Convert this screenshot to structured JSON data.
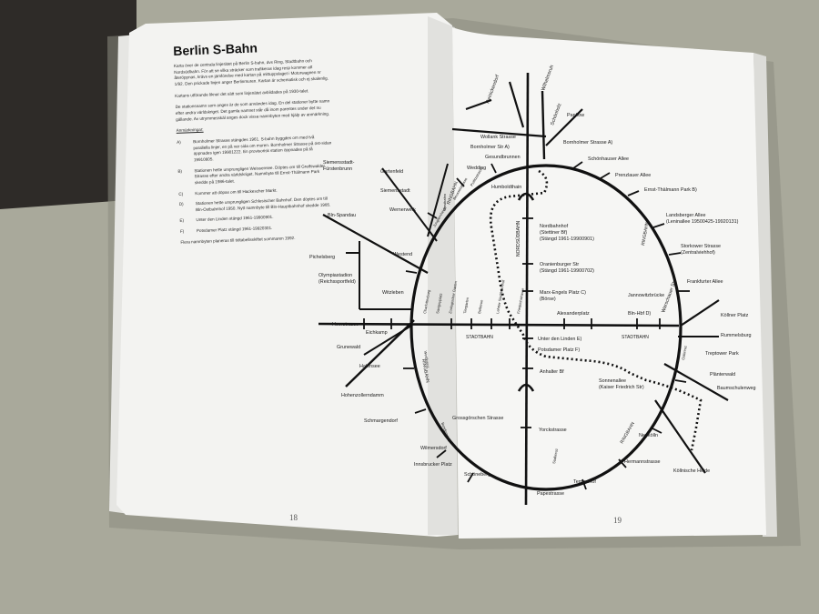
{
  "left_page": {
    "title": "Berlin S-Bahn",
    "intro": "Karta över de centrala linjerätet på Berlin S-bahn, dvs Ring, Stadtbahn och Nordsüdbahn. För att se vilka sträcker som trafikeras idag resp kommer att återöppnas, krävs en jämförelse med kartan på mittuppslaget i Motorwagnen nr 1/92. Den prickade linjen anger Berlinmuren. Kartan är schematisk och ej skalenlig.",
    "p2": "Kartans utförande liknar det sätt som linjenätet avbildades på 1930-talet.",
    "p3": "De stationsnamn som anges är de som användes idag. En del stationer bytte namn efter andra världskriget. Det gamla namnet står då inom parentes under det nu gällande. Av utrymmesskäl anges dock vissa namnbyten med hjälp av anmärkning.",
    "notes_heading": "Anmärkningar:",
    "notes": [
      {
        "key": "A)",
        "text": "Bornholmer Strasse stängdes 1961. S-bahn byggdes om med två parallella linjer, en på var sida om muren. Bornholmer Strasse på öst-sidan öppnades igen 19901222. En provisorisk station öppnades på tå 19910805."
      },
      {
        "key": "B)",
        "text": "Stationen hette ursprungligen Weissensee. Döptes om till Greifswalder Strasse efter andra världskriget. Namnbyte till Ernst-Thälmann Park skedde på 1986-talet."
      },
      {
        "key": "C)",
        "text": "Kommer att döpas om till Hackescher Markt."
      },
      {
        "key": "D)",
        "text": "Stationen hette ursprungligen Schlesischer Bahnhof. Den döptes om till Bln-Ostbahnhof 1950. Nytt namnbyte till Bln-Hauptbahnhof skedde 1985."
      },
      {
        "key": "E)",
        "text": "Unter den Linden stängd 1961-19900901."
      },
      {
        "key": "F)",
        "text": "Potsdamer Platz stängd 1961-19920301."
      }
    ],
    "footer": "Flera namnbyten planeras till tidtabellsskiftet sommaren 1992.",
    "page_number": "18"
  },
  "right_page": {
    "page_number": "19",
    "map": {
      "stations": [
        {
          "id": "wilhelmsruh",
          "text": "Wilhelmsruh"
        },
        {
          "id": "reinickendorf",
          "text": "Reinickendorf"
        },
        {
          "id": "schoenholz",
          "text": "Schönholz"
        },
        {
          "id": "wollank",
          "text": "Wollank Strasse"
        },
        {
          "id": "pankow",
          "text": "Pankow"
        },
        {
          "id": "bornholmer",
          "text": "Bornholmer Str  A)"
        },
        {
          "id": "bornholmer_e",
          "text": "Bornholmer Strasse  A)"
        },
        {
          "id": "gesundbrunnen",
          "text": "Gesundbrunnen"
        },
        {
          "id": "wedding",
          "text": "Wedding"
        },
        {
          "id": "schoenhauser",
          "text": "Schönhauser Allee"
        },
        {
          "id": "prenzlauer",
          "text": "Prenzlauer Allee"
        },
        {
          "id": "humboldthain",
          "text": "Humboldthain"
        },
        {
          "id": "thaelmann",
          "text": "Ernst-Thälmann Park  B)"
        },
        {
          "id": "siemensstadt_f",
          "text": "Siemensstadt-\nFürstenbrunn"
        },
        {
          "id": "gartenfeld",
          "text": "Gartenfeld"
        },
        {
          "id": "siemensstadt",
          "text": "Siemensstadt"
        },
        {
          "id": "wernerwerk",
          "text": "Wernerwerk"
        },
        {
          "id": "spandau",
          "text": "Bln-Spandau"
        },
        {
          "id": "landsberger",
          "text": "Landsberger Allee\n(Leninallee 19500425-19920131)"
        },
        {
          "id": "nordbahnhof",
          "text": "Nordbahnhof\n(Stettiner Bf)\n(Stängd 1961-19900901)"
        },
        {
          "id": "westend",
          "text": "Westend"
        },
        {
          "id": "pichelsberg",
          "text": "Pichelsberg"
        },
        {
          "id": "storkower",
          "text": "Storkower Strasse\n(Zentralviehhof)"
        },
        {
          "id": "oranienburger",
          "text": "Oranienburger Str\n(Stängd 1961-19900702)"
        },
        {
          "id": "olympia",
          "text": "Olympiastadion\n(Reichssportfeld)"
        },
        {
          "id": "frankfurter",
          "text": "Frankfurter Allee"
        },
        {
          "id": "witzleben",
          "text": "Witzleben"
        },
        {
          "id": "marxengels",
          "text": "Marx-Engels Platz  C)\n(Börse)"
        },
        {
          "id": "jannowitz",
          "text": "Jannowitzbrücke"
        },
        {
          "id": "alexanderplatz",
          "text": "Alexanderplatz"
        },
        {
          "id": "ostbahnhof",
          "text": "Bln-Hbf  D)"
        },
        {
          "id": "warschauer",
          "text": "Warschauer Str"
        },
        {
          "id": "heerstrasse",
          "text": "Heerstrasse"
        },
        {
          "id": "eichkamp",
          "text": "Eichkamp"
        },
        {
          "id": "koellnerplatz",
          "text": "Köllner Platz"
        },
        {
          "id": "rummelsburg",
          "text": "Rummelsburg"
        },
        {
          "id": "unter_linden",
          "text": "Unter den Linden  E)"
        },
        {
          "id": "potsdamer",
          "text": "Potsdamer Platz  F)"
        },
        {
          "id": "grunewald",
          "text": "Grunewald"
        },
        {
          "id": "treptower",
          "text": "Treptower Park"
        },
        {
          "id": "anhalter",
          "text": "Anhalter Bf"
        },
        {
          "id": "halensee",
          "text": "Halensee"
        },
        {
          "id": "plaenterwald",
          "text": "Plänterwald"
        },
        {
          "id": "sonnenallee",
          "text": "Sonnenallee\n(Kaiser Friedrich Str)"
        },
        {
          "id": "hohenzollerndamm",
          "text": "Hohenzollerndamm"
        },
        {
          "id": "baumschulenweg",
          "text": "Baumschulenweg"
        },
        {
          "id": "schmargendorf",
          "text": "Schmargendorf"
        },
        {
          "id": "grossgoerschen",
          "text": "Grossgörschen Strasse"
        },
        {
          "id": "yorckstrasse",
          "text": "Yorckstrasse"
        },
        {
          "id": "neukoelln",
          "text": "Neukölln"
        },
        {
          "id": "hermannstrasse",
          "text": "Hermannstrasse"
        },
        {
          "id": "tempelhof",
          "text": "Tempelhof"
        },
        {
          "id": "schoeneberg",
          "text": "Schöneberg"
        },
        {
          "id": "papestrasse",
          "text": "Papestrasse"
        },
        {
          "id": "koellnische",
          "text": "Köllnische Heide"
        },
        {
          "id": "wilmersdorf",
          "text": "Wilmersdorf"
        },
        {
          "id": "innsbrucker",
          "text": "Innsbrucker Platz"
        }
      ],
      "line_labels": [
        {
          "id": "stadtbahn_w",
          "text": "STADTBAHN"
        },
        {
          "id": "stadtbahn_e",
          "text": "STADTBAHN"
        },
        {
          "id": "nordsuedbahn",
          "text": "NORDSÜDBAHN"
        },
        {
          "id": "ringbahn_n",
          "text": "RINGBAHN"
        },
        {
          "id": "ringbahn_ne",
          "text": "RINGBAHN"
        },
        {
          "id": "ringbahn_w",
          "text": "RINGBAHN"
        },
        {
          "id": "ringbahn_s",
          "text": "RINGBAHN"
        }
      ],
      "small_vertical": [
        {
          "id": "friedrichstrasse",
          "text": "Friedrichstrasse"
        },
        {
          "id": "lehrter",
          "text": "Lehrter Stadtbahnhof"
        },
        {
          "id": "bellevue",
          "text": "Bellevue"
        },
        {
          "id": "tiergarten",
          "text": "Tiergarten"
        },
        {
          "id": "zoologischer",
          "text": "Zoologischer Garten"
        },
        {
          "id": "savignyplatz",
          "text": "Savignyplatz"
        },
        {
          "id": "charlottenburg",
          "text": "Charlottenburg"
        },
        {
          "id": "ostkreuz",
          "text": "Ostkreuz"
        },
        {
          "id": "westkreuz",
          "text": "Westkreuz"
        },
        {
          "id": "jungfernheide",
          "text": "Jungfernheide"
        },
        {
          "id": "beusselstrasse",
          "text": "Beusselstrasse"
        },
        {
          "id": "puttlitzstrasse",
          "text": "Putlitzstrasse"
        },
        {
          "id": "westhafen",
          "text": "Westhafen"
        },
        {
          "id": "bundesplatz",
          "text": "Bundesplatz"
        },
        {
          "id": "suedkreuz",
          "text": "Südkreuz"
        }
      ]
    }
  }
}
